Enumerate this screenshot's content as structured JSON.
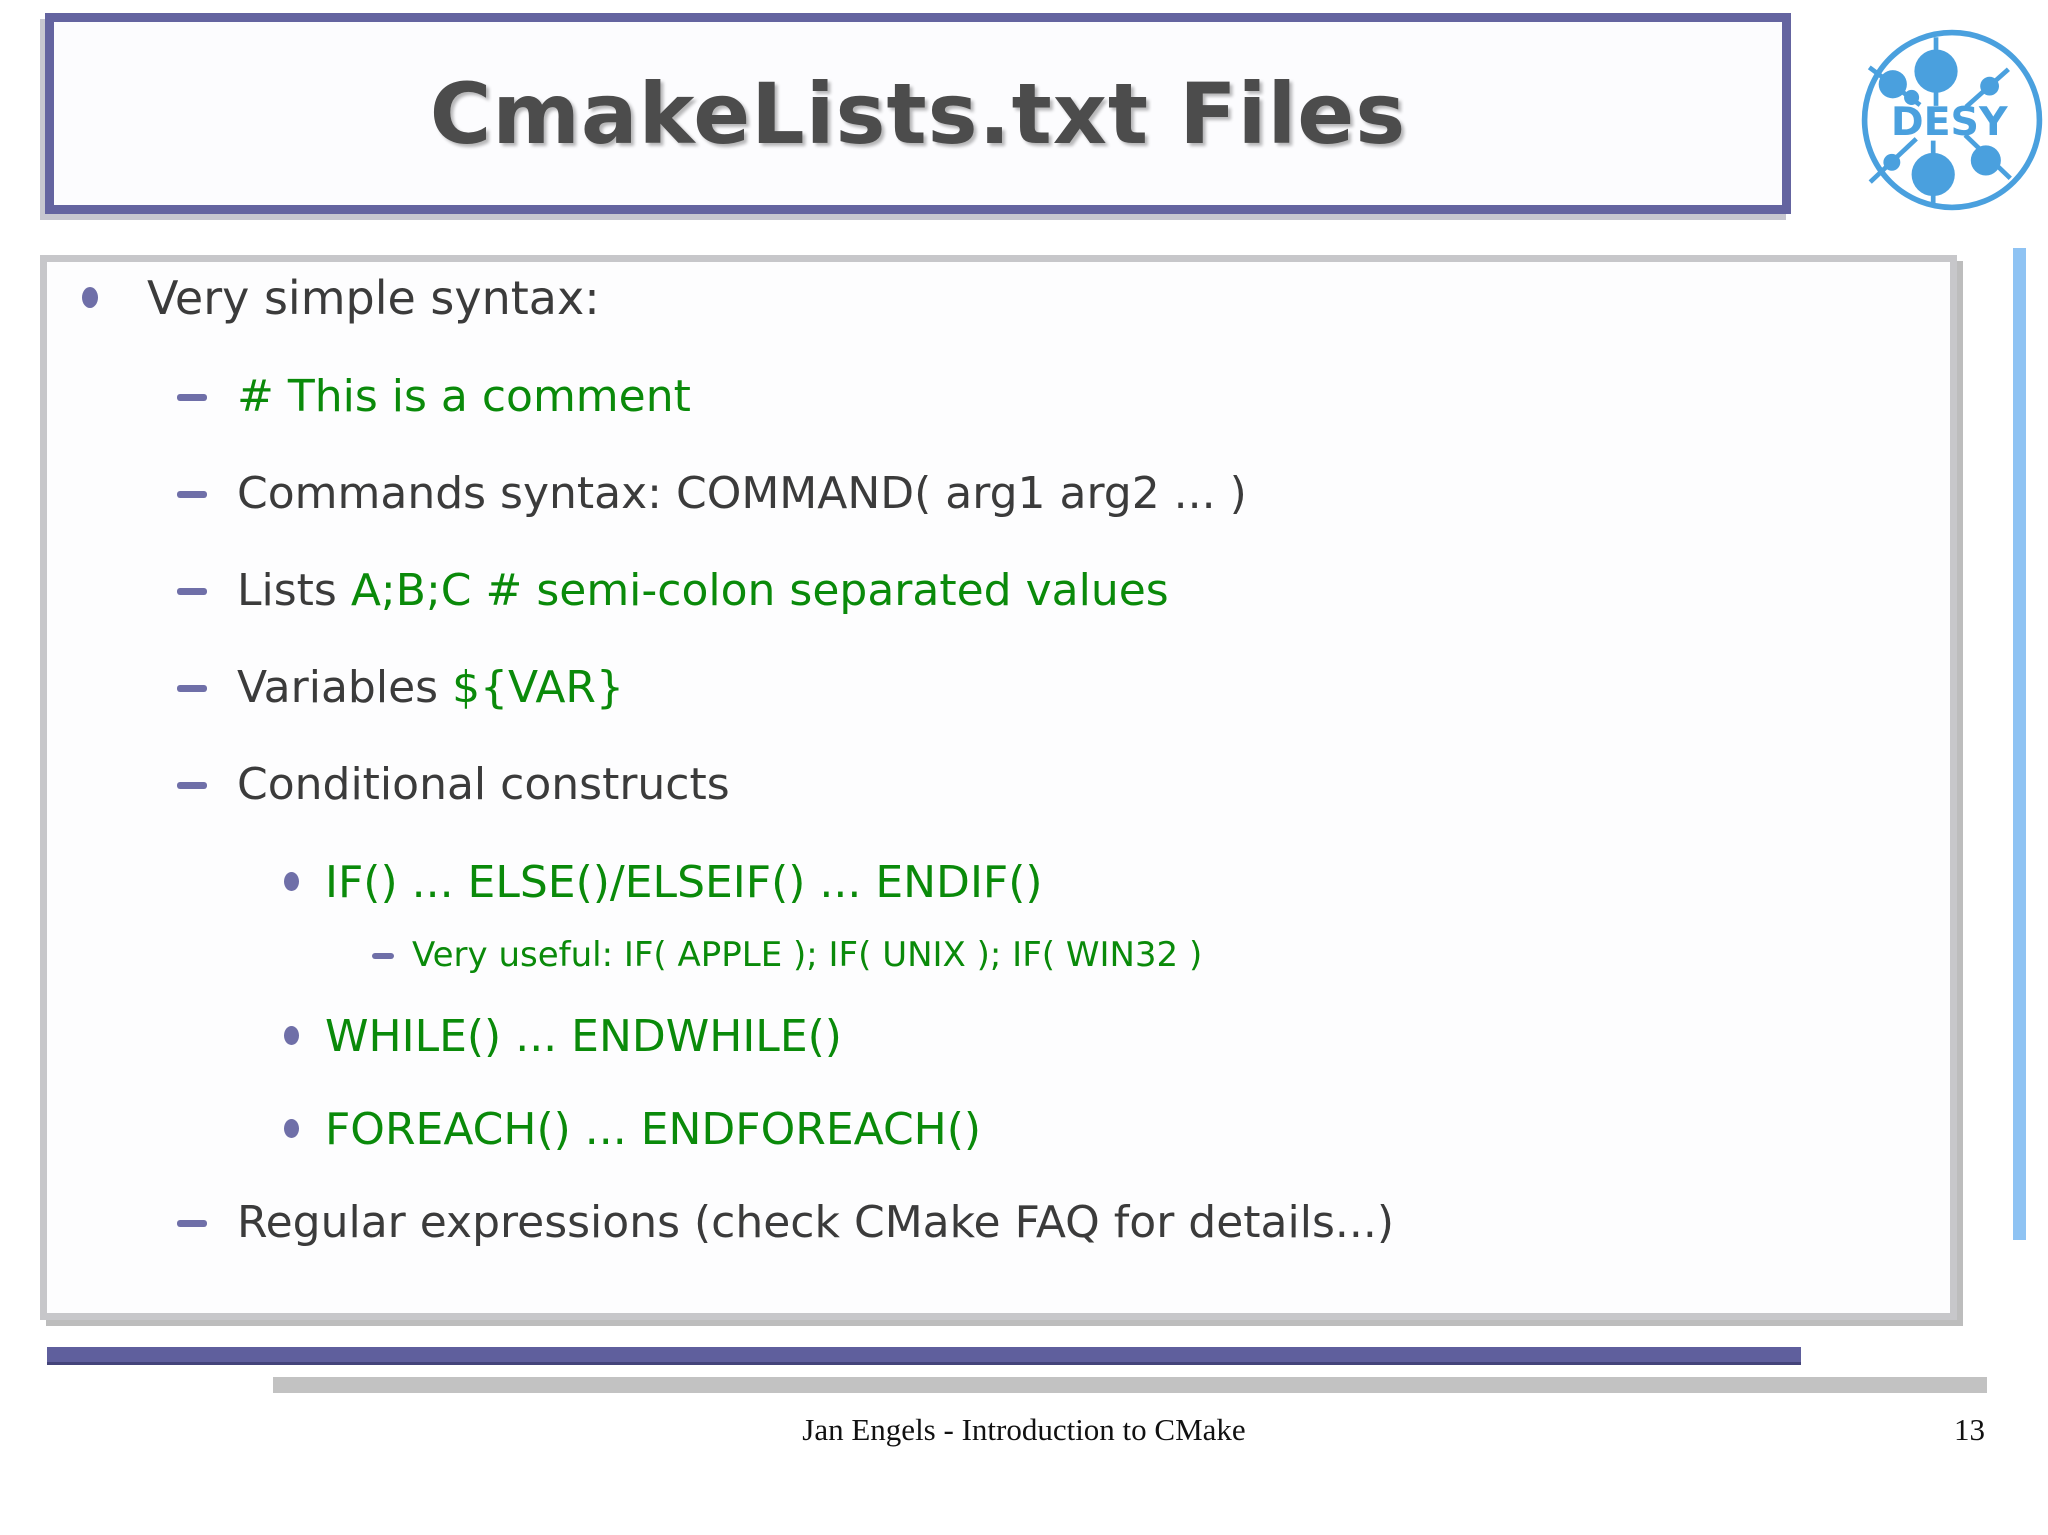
{
  "slide": {
    "title": "CmakeLists.txt Files",
    "logo": {
      "label": "DESY"
    },
    "bullets": [
      {
        "level": 1,
        "marker": "bullet",
        "segments": [
          {
            "text": "Very simple syntax:",
            "color": "dark"
          }
        ]
      },
      {
        "level": 2,
        "marker": "dash",
        "segments": [
          {
            "text": "# This is a comment",
            "color": "green"
          }
        ]
      },
      {
        "level": 2,
        "marker": "dash",
        "segments": [
          {
            "text": "Commands syntax: COMMAND( arg1 arg2 ... )",
            "color": "dark"
          }
        ]
      },
      {
        "level": 2,
        "marker": "dash",
        "segments": [
          {
            "text": "Lists ",
            "color": "dark"
          },
          {
            "text": "A;B;C # semi-colon separated values",
            "color": "green"
          }
        ]
      },
      {
        "level": 2,
        "marker": "dash",
        "segments": [
          {
            "text": "Variables ",
            "color": "dark"
          },
          {
            "text": "${VAR}",
            "color": "green"
          }
        ]
      },
      {
        "level": 2,
        "marker": "dash",
        "segments": [
          {
            "text": "Conditional constructs",
            "color": "dark"
          }
        ]
      },
      {
        "level": 3,
        "marker": "bullet",
        "segments": [
          {
            "text": "IF() ... ELSE()/ELSEIF() ... ENDIF()",
            "color": "green"
          }
        ]
      },
      {
        "level": 4,
        "marker": "dash",
        "segments": [
          {
            "text": "Very useful: IF( APPLE ); IF( UNIX ); IF( WIN32 )",
            "color": "green"
          }
        ]
      },
      {
        "level": 3,
        "marker": "bullet",
        "segments": [
          {
            "text": "WHILE() ... ENDWHILE()",
            "color": "green"
          }
        ]
      },
      {
        "level": 3,
        "marker": "bullet",
        "segments": [
          {
            "text": "FOREACH() ... ENDFOREACH()",
            "color": "green"
          }
        ]
      },
      {
        "level": 2,
        "marker": "dash",
        "segments": [
          {
            "text": "Regular expressions (check CMake FAQ for details...)",
            "color": "dark"
          }
        ]
      }
    ],
    "footer": {
      "credit": "Jan Engels - Introduction to CMake",
      "page_number": "13"
    }
  },
  "colors": {
    "accent_purple": "#6464A0",
    "marker_purple": "#6F6FA8",
    "bottom_purple": "#5F5F9D",
    "green": "#0A8A0A",
    "dark_text": "#3B3B3B",
    "title_text": "#4C4C4C",
    "logo_blue": "#4AA0DE",
    "right_bar_blue": "#8FC3F3",
    "box_border_gray": "#C7C7CA",
    "bar_gray": "#C2C2C2"
  }
}
